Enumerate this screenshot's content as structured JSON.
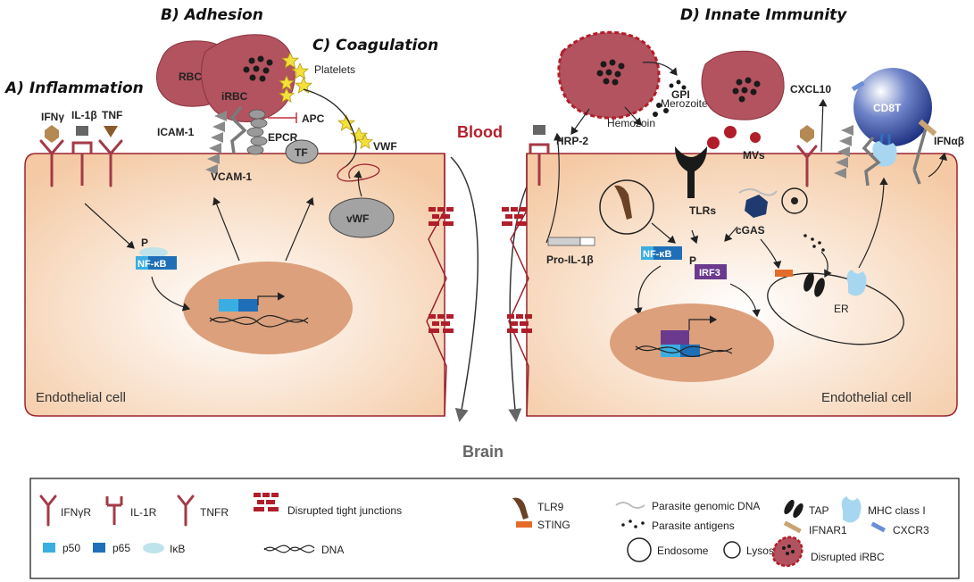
{
  "sections": {
    "inflammation": "A) Inflammation",
    "adhesion": "B) Adhesion",
    "coagulation": "C) Coagulation",
    "innate": "D) Innate Immunity"
  },
  "labels": {
    "rbc": "RBC",
    "irbc": "iRBC",
    "platelets": "Platelets",
    "ifng": "IFNγ",
    "il1b": "IL-1β",
    "tnf": "TNF",
    "icam1": "ICAM-1",
    "vcam1": "VCAM-1",
    "apc": "APC",
    "epcr": "EPCR",
    "tf": "TF",
    "vwf_upper": "VWF",
    "vwf_lower": "vWF",
    "p": "P",
    "nfkb": "NF-κB",
    "blood": "Blood",
    "brain": "Brain",
    "endothelial_left": "Endothelial cell",
    "endothelial_right": "Endothelial cell",
    "gpi": "GPI",
    "merozoites": "Merozoites",
    "hemozoin": "Hemozoin",
    "hrp2": "HRP-2",
    "mvs": "MVs",
    "cxcl10": "CXCL10",
    "cd8t": "CD8T",
    "ifnab": "IFNαβ",
    "tlrs": "TLRs",
    "cgas": "cGAS",
    "pro_il1b": "Pro-IL-1β",
    "nfkb_right": "NF-κB",
    "p_right": "P",
    "irf3": "IRF3",
    "er": "ER"
  },
  "legend": {
    "ifngr": "IFNγR",
    "il1r": "IL-1R",
    "tnfr": "TNFR",
    "tight_junctions": "Disrupted tight junctions",
    "p50": "p50",
    "p65": "p65",
    "ikb": "IκB",
    "dna": "DNA",
    "tlr9": "TLR9",
    "sting": "STING",
    "parasite_dna": "Parasite genomic DNA",
    "parasite_antigens": "Parasite antigens",
    "tap": "TAP",
    "mhc1": "MHC class I",
    "ifnar1": "IFNAR1",
    "cxcr3": "CXCR3",
    "endosome": "Endosome",
    "lysosome": "Lysosome",
    "disrupted_irbc": "Disrupted iRBC"
  },
  "colors": {
    "cell_fill": "#f6d6b8",
    "nucleus": "#dca07c",
    "membrane": "#9a2430",
    "rbc": "#b2535f",
    "p50": "#3aaee3",
    "p65": "#1f6fb8",
    "irf3": "#6b3a8f",
    "blood_text": "#b0202c"
  }
}
